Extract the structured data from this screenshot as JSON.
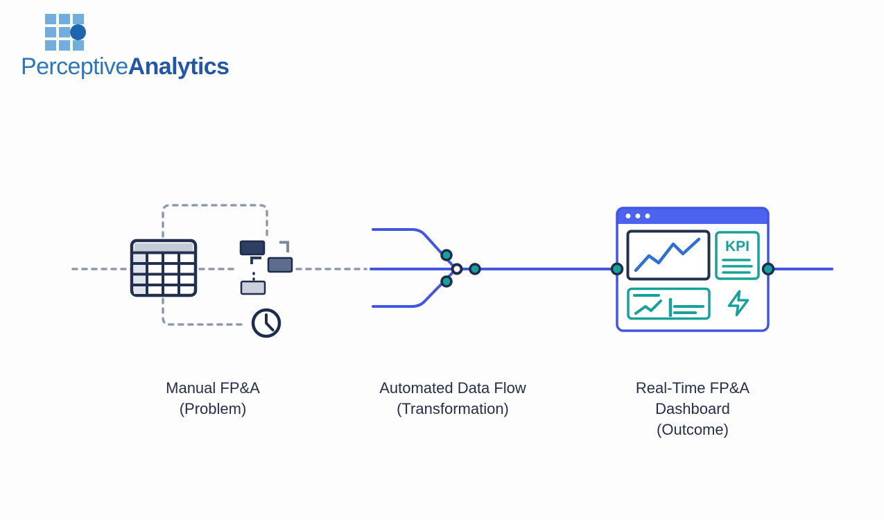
{
  "logo": {
    "brand_light": "Perceptive",
    "brand_bold": "Analytics"
  },
  "diagram": {
    "stages": [
      {
        "title": "Manual FP&A",
        "subtitle": "(Problem)",
        "icon": "spreadsheet-flowchart-clock-icon"
      },
      {
        "title": "Automated Data Flow",
        "subtitle": "(Transformation)",
        "icon": "merging-lines-nodes-icon"
      },
      {
        "title": "Real-Time FP&A Dashboard",
        "subtitle": "(Outcome)",
        "icon": "browser-dashboard-icon"
      }
    ],
    "dashboard_kpi_label": "KPI"
  },
  "colors": {
    "line_blue": "#4256e2",
    "chart_blue": "#2e6fd4",
    "navy": "#22304f",
    "teal": "#18a09b",
    "dash_gray": "#8f99ad",
    "titlebar_blue": "#4b63ef",
    "logo_light_blue": "#71aedd",
    "logo_dark_blue": "#1e64ae",
    "label_text": "#252f4a"
  }
}
